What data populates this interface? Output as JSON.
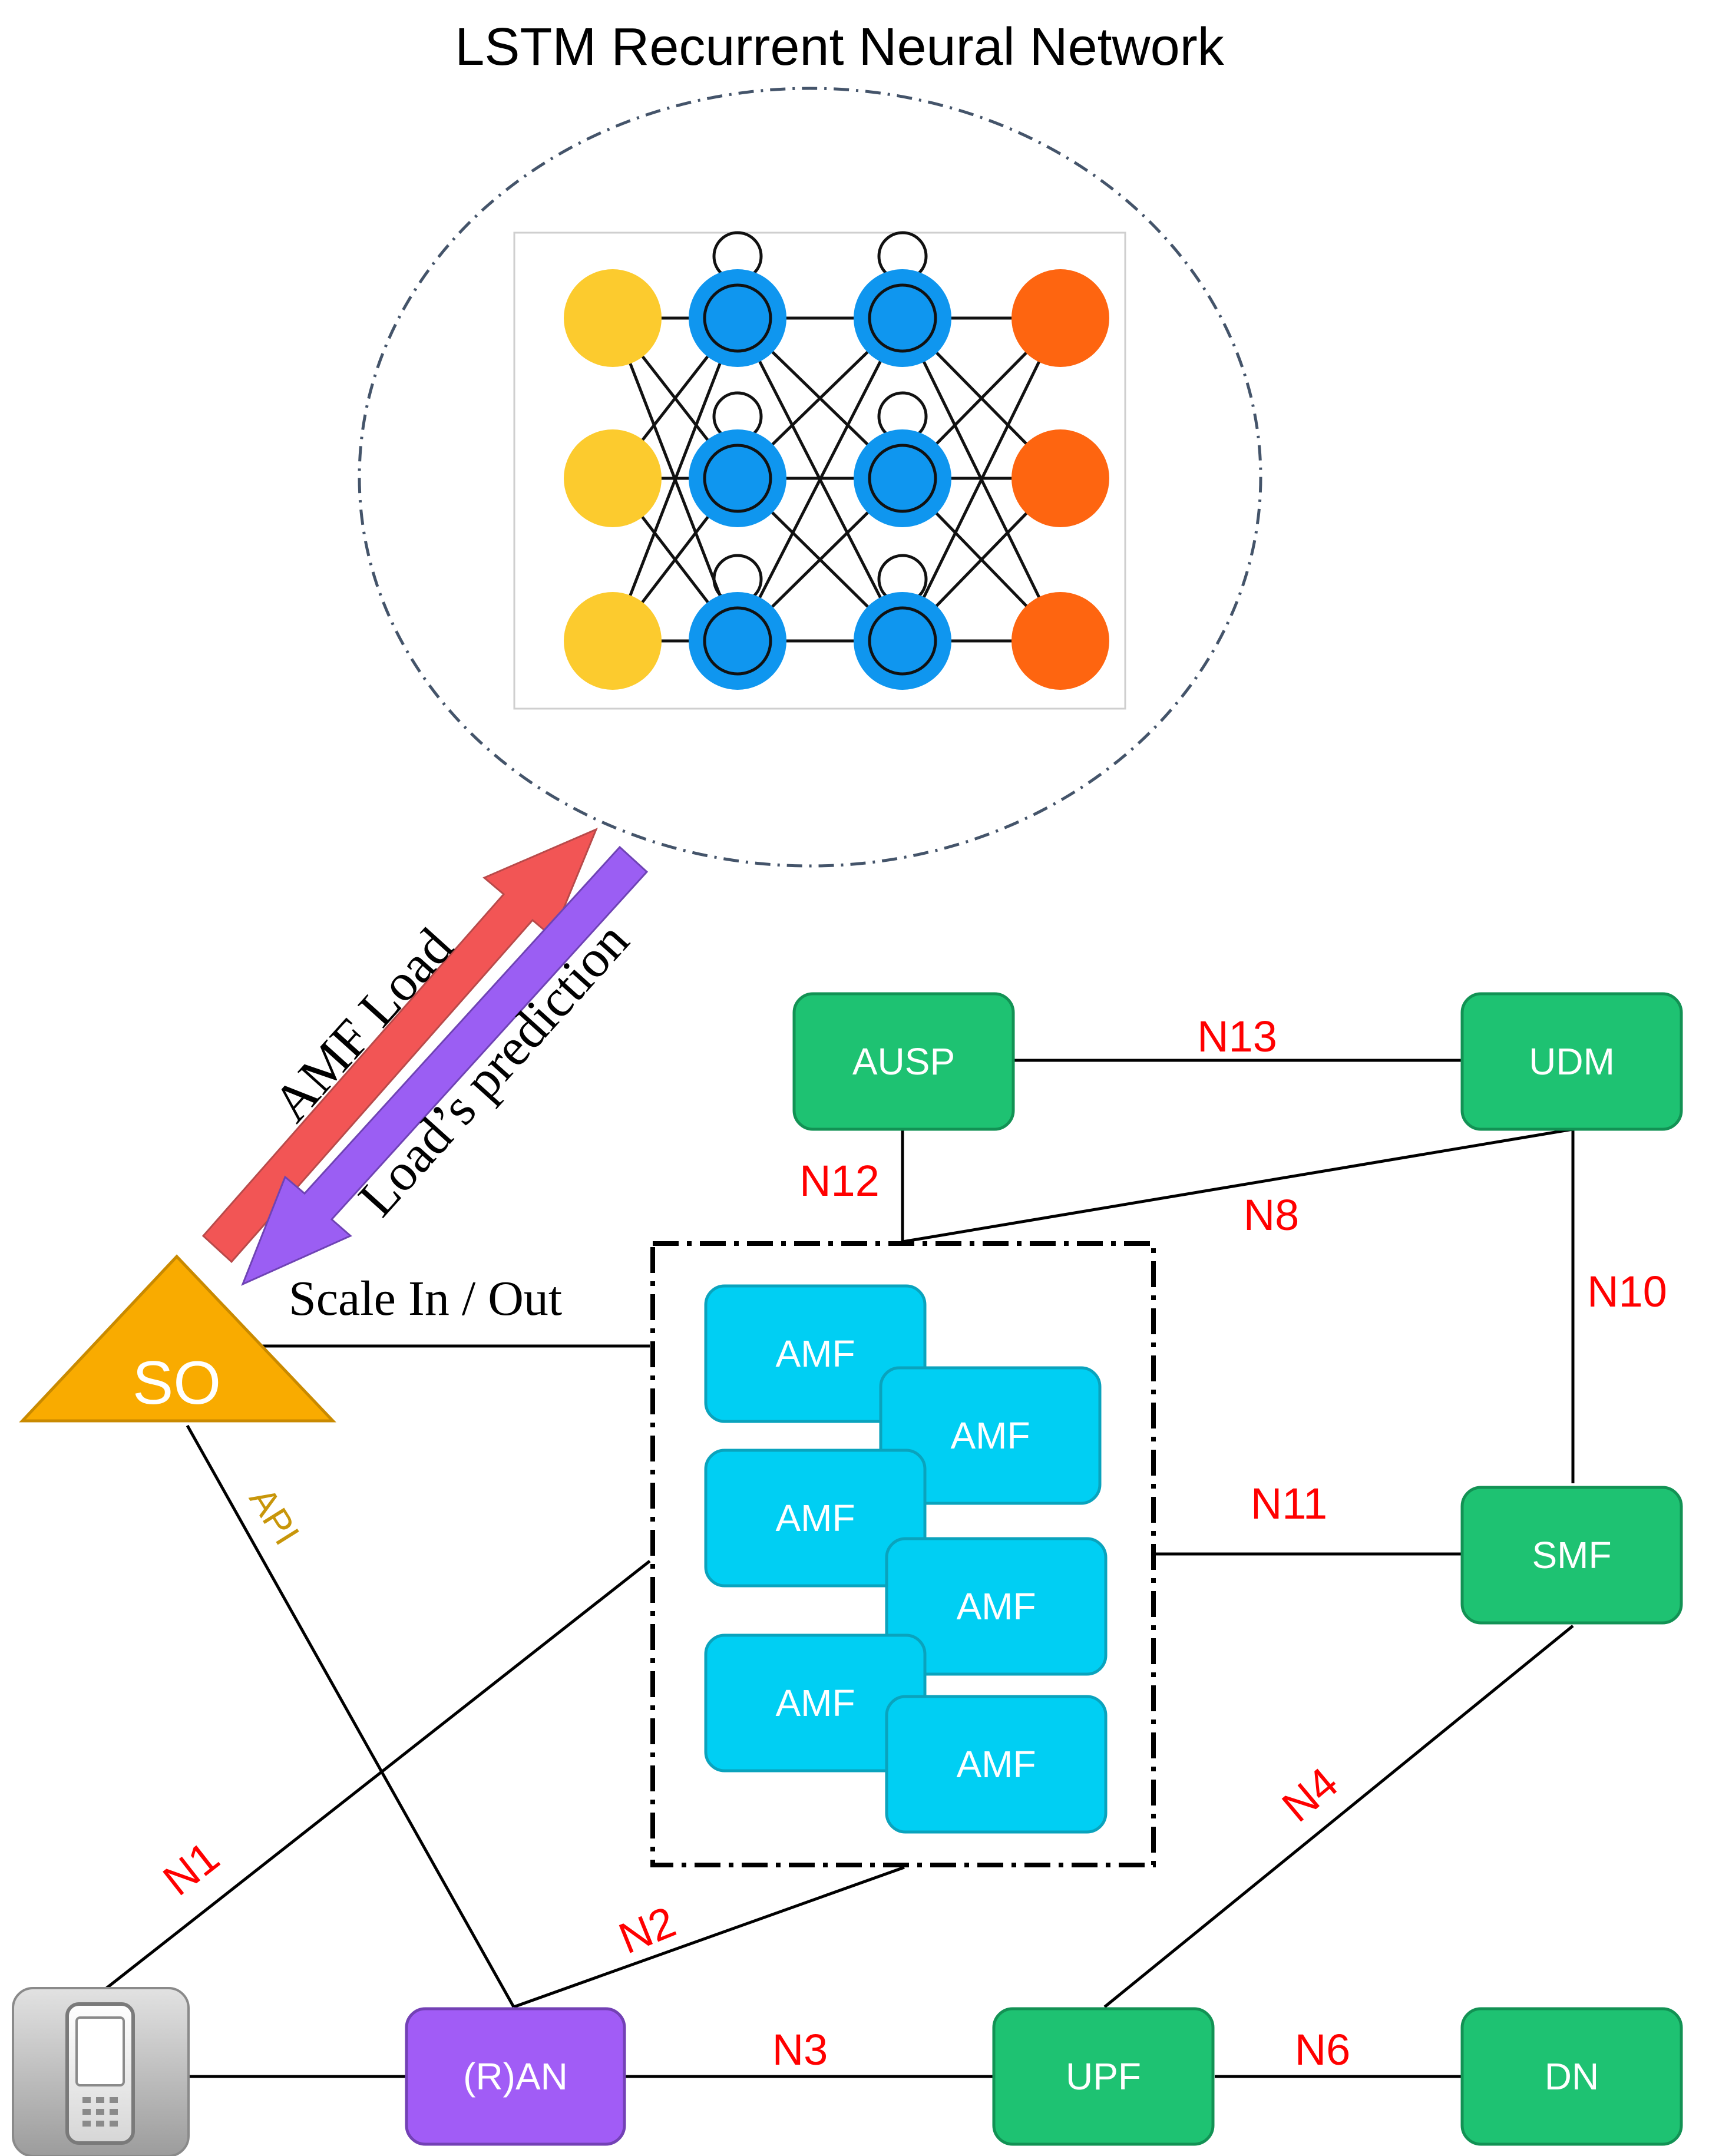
{
  "title": "LSTM Recurrent Neural Network",
  "colors": {
    "input_node": "#fccb2e",
    "hidden_node": "#0f96ef",
    "output_node": "#fe6510",
    "network_function": "#1ec272",
    "amf": "#00cff3",
    "ran": "#a15cf6",
    "so": "#f9ab00",
    "load_arrow": "#f25555",
    "prediction_arrow": "#9b5ef3",
    "interface_label": "#ff0000",
    "api_label": "#c8960a"
  },
  "neural_network": {
    "layers": [
      {
        "role": "input",
        "nodes": 3
      },
      {
        "role": "hidden-recurrent",
        "nodes": 3
      },
      {
        "role": "hidden-recurrent",
        "nodes": 3
      },
      {
        "role": "output",
        "nodes": 3
      }
    ]
  },
  "arrows": {
    "up": "AMF Load",
    "down": "Load’s prediction"
  },
  "so": {
    "label": "SO",
    "action": "Scale In / Out",
    "api": "API"
  },
  "network_functions": {
    "ausp": "AUSP",
    "udm": "UDM",
    "smf": "SMF",
    "upf": "UPF",
    "dn": "DN",
    "ran": "(R)AN"
  },
  "amf_cluster": {
    "instances": [
      "AMF",
      "AMF",
      "AMF",
      "AMF",
      "AMF",
      "AMF"
    ]
  },
  "interfaces": {
    "n1": "N1",
    "n2": "N2",
    "n3": "N3",
    "n4": "N4",
    "n6": "N6",
    "n8": "N8",
    "n10": "N10",
    "n11": "N11",
    "n12": "N12",
    "n13": "N13"
  },
  "ue_device": "user-equipment-icon"
}
